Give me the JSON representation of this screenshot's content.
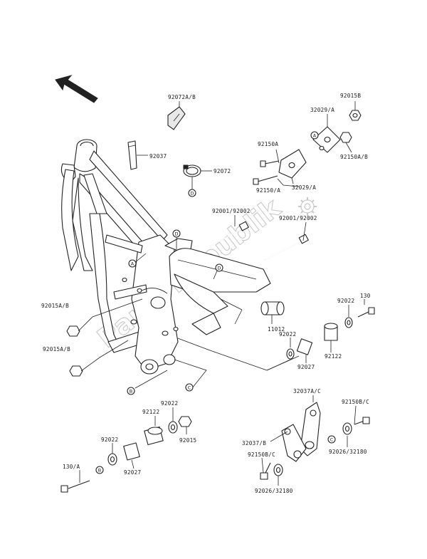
{
  "labels": {
    "p92072_4b": "92072A/B",
    "p92037": "92037",
    "p92072": "92072",
    "p92015b": "92015B",
    "p32029a_top": "32029/A",
    "p92150a_top": "92150A",
    "p92150a_b": "92150A/B",
    "p92150_a": "92150/A",
    "p32029a_low": "32029/A",
    "p92001_left": "92001/92002",
    "p92001_right": "92001/92002",
    "p92015ab_1": "92015A/B",
    "p92015ab_2": "92015A/B",
    "p11012": "11012",
    "p92022_r1": "92022",
    "p130": "130",
    "p92022_r2": "92022",
    "p92122_r": "92122",
    "p92027_r": "92027",
    "p32037ac": "32037A/C",
    "p92150bc": "92150B/C",
    "p32037b": "32037/B",
    "p92026_32180_r": "92026/32180",
    "p92150bc_2": "92150B/C",
    "p92026_32180_b": "92026/32180",
    "p92022_b1": "92022",
    "p92122_b": "92122",
    "p92015_b": "92015",
    "p92022_b2": "92022",
    "p130a": "130/A",
    "p92027_b": "92027"
  },
  "markers": {
    "a": "A",
    "b": "B",
    "c": "C",
    "d": "D"
  },
  "watermark": "Parts Republik",
  "icons": {
    "direction": "front-arrow-icon",
    "watermark_gear": "gear-icon"
  }
}
